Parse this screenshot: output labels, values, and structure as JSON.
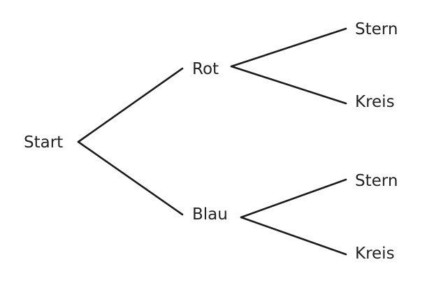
{
  "tree": {
    "root": {
      "label": "Start"
    },
    "level1": [
      {
        "label": "Rot",
        "children": [
          {
            "label": "Stern"
          },
          {
            "label": "Kreis"
          }
        ]
      },
      {
        "label": "Blau",
        "children": [
          {
            "label": "Stern"
          },
          {
            "label": "Kreis"
          }
        ]
      }
    ]
  },
  "colors": {
    "line": "#1b1b1b",
    "text": "#222222",
    "background": "#ffffff"
  }
}
